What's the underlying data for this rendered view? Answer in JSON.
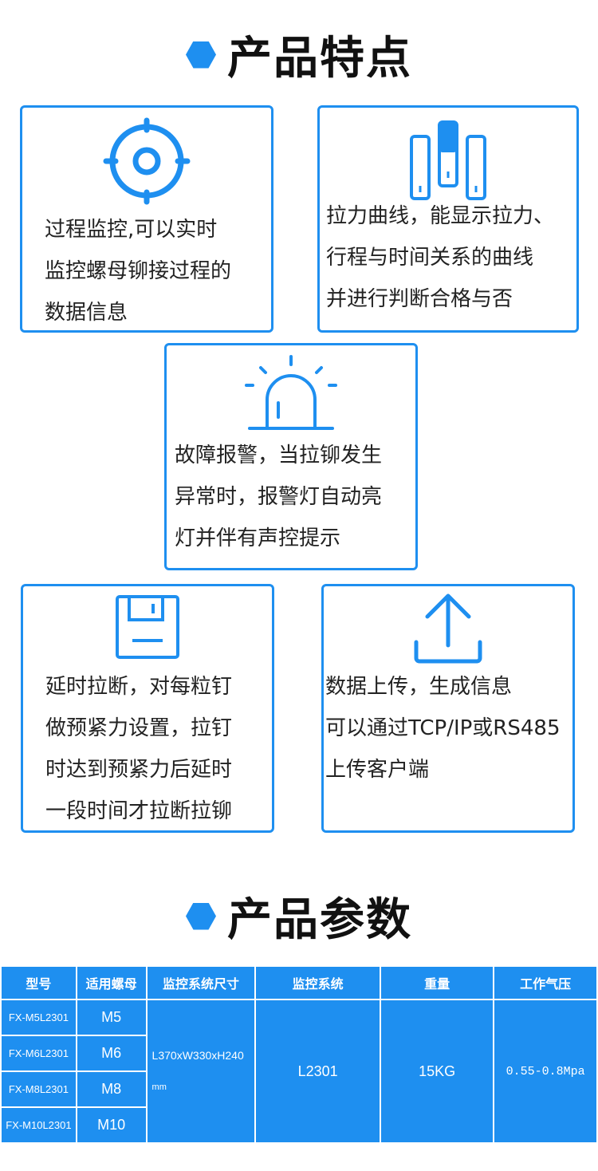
{
  "colors": {
    "accent": "#1e8ff0"
  },
  "features": {
    "title": "产品特点",
    "cards": [
      {
        "icon": "target-icon",
        "text": "过程监控,可以实时\n监控螺母铆接过程的\n数据信息"
      },
      {
        "icon": "bar-chart-icon",
        "text": "拉力曲线，能显示拉力、\n行程与时间关系的曲线\n并进行判断合格与否"
      },
      {
        "icon": "alarm-light-icon",
        "text": "故障报警，当拉铆发生\n异常时，报警灯自动亮\n灯并伴有声控提示"
      },
      {
        "icon": "save-icon",
        "text": "延时拉断，对每粒钉\n做预紧力设置，拉钉\n时达到预紧力后延时\n一段时间才拉断拉铆"
      },
      {
        "icon": "upload-icon",
        "text": "数据上传，生成信息\n可以通过TCP/IP或RS485\n上传客户端"
      }
    ]
  },
  "params": {
    "title": "产品参数",
    "headers": [
      "型号",
      "适用螺母",
      "监控系统尺寸",
      "监控系统",
      "重量",
      "工作气压"
    ],
    "rows": [
      {
        "model": "FX-M5L2301",
        "nut": "M5"
      },
      {
        "model": "FX-M6L2301",
        "nut": "M6"
      },
      {
        "model": "FX-M8L2301",
        "nut": "M8"
      },
      {
        "model": "FX-M10L2301",
        "nut": "M10"
      }
    ],
    "size": "L370xW330xH240",
    "size_unit": "mm",
    "system": "L2301",
    "weight": "15KG",
    "pressure": "0.55-0.8Mpa"
  }
}
